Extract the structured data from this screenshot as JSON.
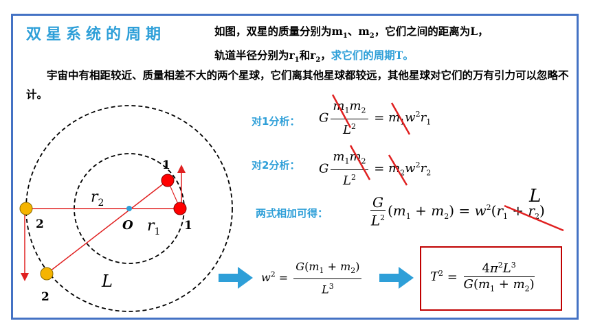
{
  "title": "双星系统的周期",
  "intro": {
    "line1_pre": "如图，双星的质量分别为m",
    "sub1": "1",
    "sep": "、m",
    "sub2": "2",
    "line1_post": "，它们之间的距离为L，",
    "line2_pre": "轨道半径分别为r",
    "sub3": "1",
    "and": "和r",
    "sub4": "2",
    "comma": "，",
    "question": "求它们的周期T。"
  },
  "paragraph": "宇宙中有相距较近、质量相差不大的两个星球，它们离其他星球都较远，其他星球对它们的万有引力可以忽略不计。",
  "labels": {
    "analysis1": "对1分析：",
    "analysis2": "对2分析：",
    "sum": "两式相加可得："
  },
  "diagram": {
    "label_r2": "r",
    "label_r2_sub": "2",
    "label_r1": "r",
    "label_r1_sub": "1",
    "label_O": "O",
    "label_L": "L",
    "star1_top": "1",
    "star1_right": "1",
    "star2_left": "2",
    "star2_bottom": "2",
    "cross_label_L": "L"
  },
  "colors": {
    "accent": "#2e9fd8",
    "frame": "#4472c4",
    "red": "#c00000",
    "star1": "#ff0000",
    "star2": "#f5b400",
    "center": "#2e9fd8",
    "arrow": "#2e9fd8"
  }
}
